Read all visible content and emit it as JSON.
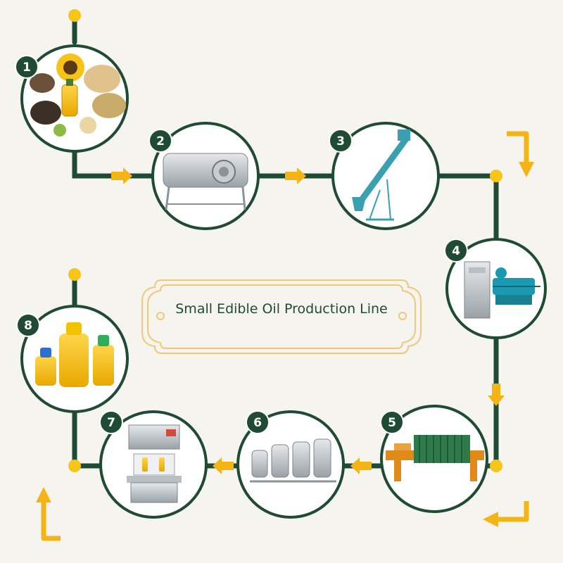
{
  "title": "Small Edible Oil Production Line",
  "steps": [
    {
      "number": "1",
      "subject": "oil-seeds-and-oil-bottle"
    },
    {
      "number": "2",
      "subject": "roasting-drum-machine"
    },
    {
      "number": "3",
      "subject": "screw-elevator"
    },
    {
      "number": "4",
      "subject": "oil-press-machines"
    },
    {
      "number": "5",
      "subject": "plate-filter-press"
    },
    {
      "number": "6",
      "subject": "refining-tanks"
    },
    {
      "number": "7",
      "subject": "oil-filling-machine"
    },
    {
      "number": "8",
      "subject": "bottled-oil"
    }
  ],
  "colors": {
    "line": "#1f4a33",
    "badge": "#1f4a33",
    "arrow": "#f5b416",
    "dot": "#f5c518",
    "frame": "#f0c878",
    "background": "#f5f4ef"
  }
}
